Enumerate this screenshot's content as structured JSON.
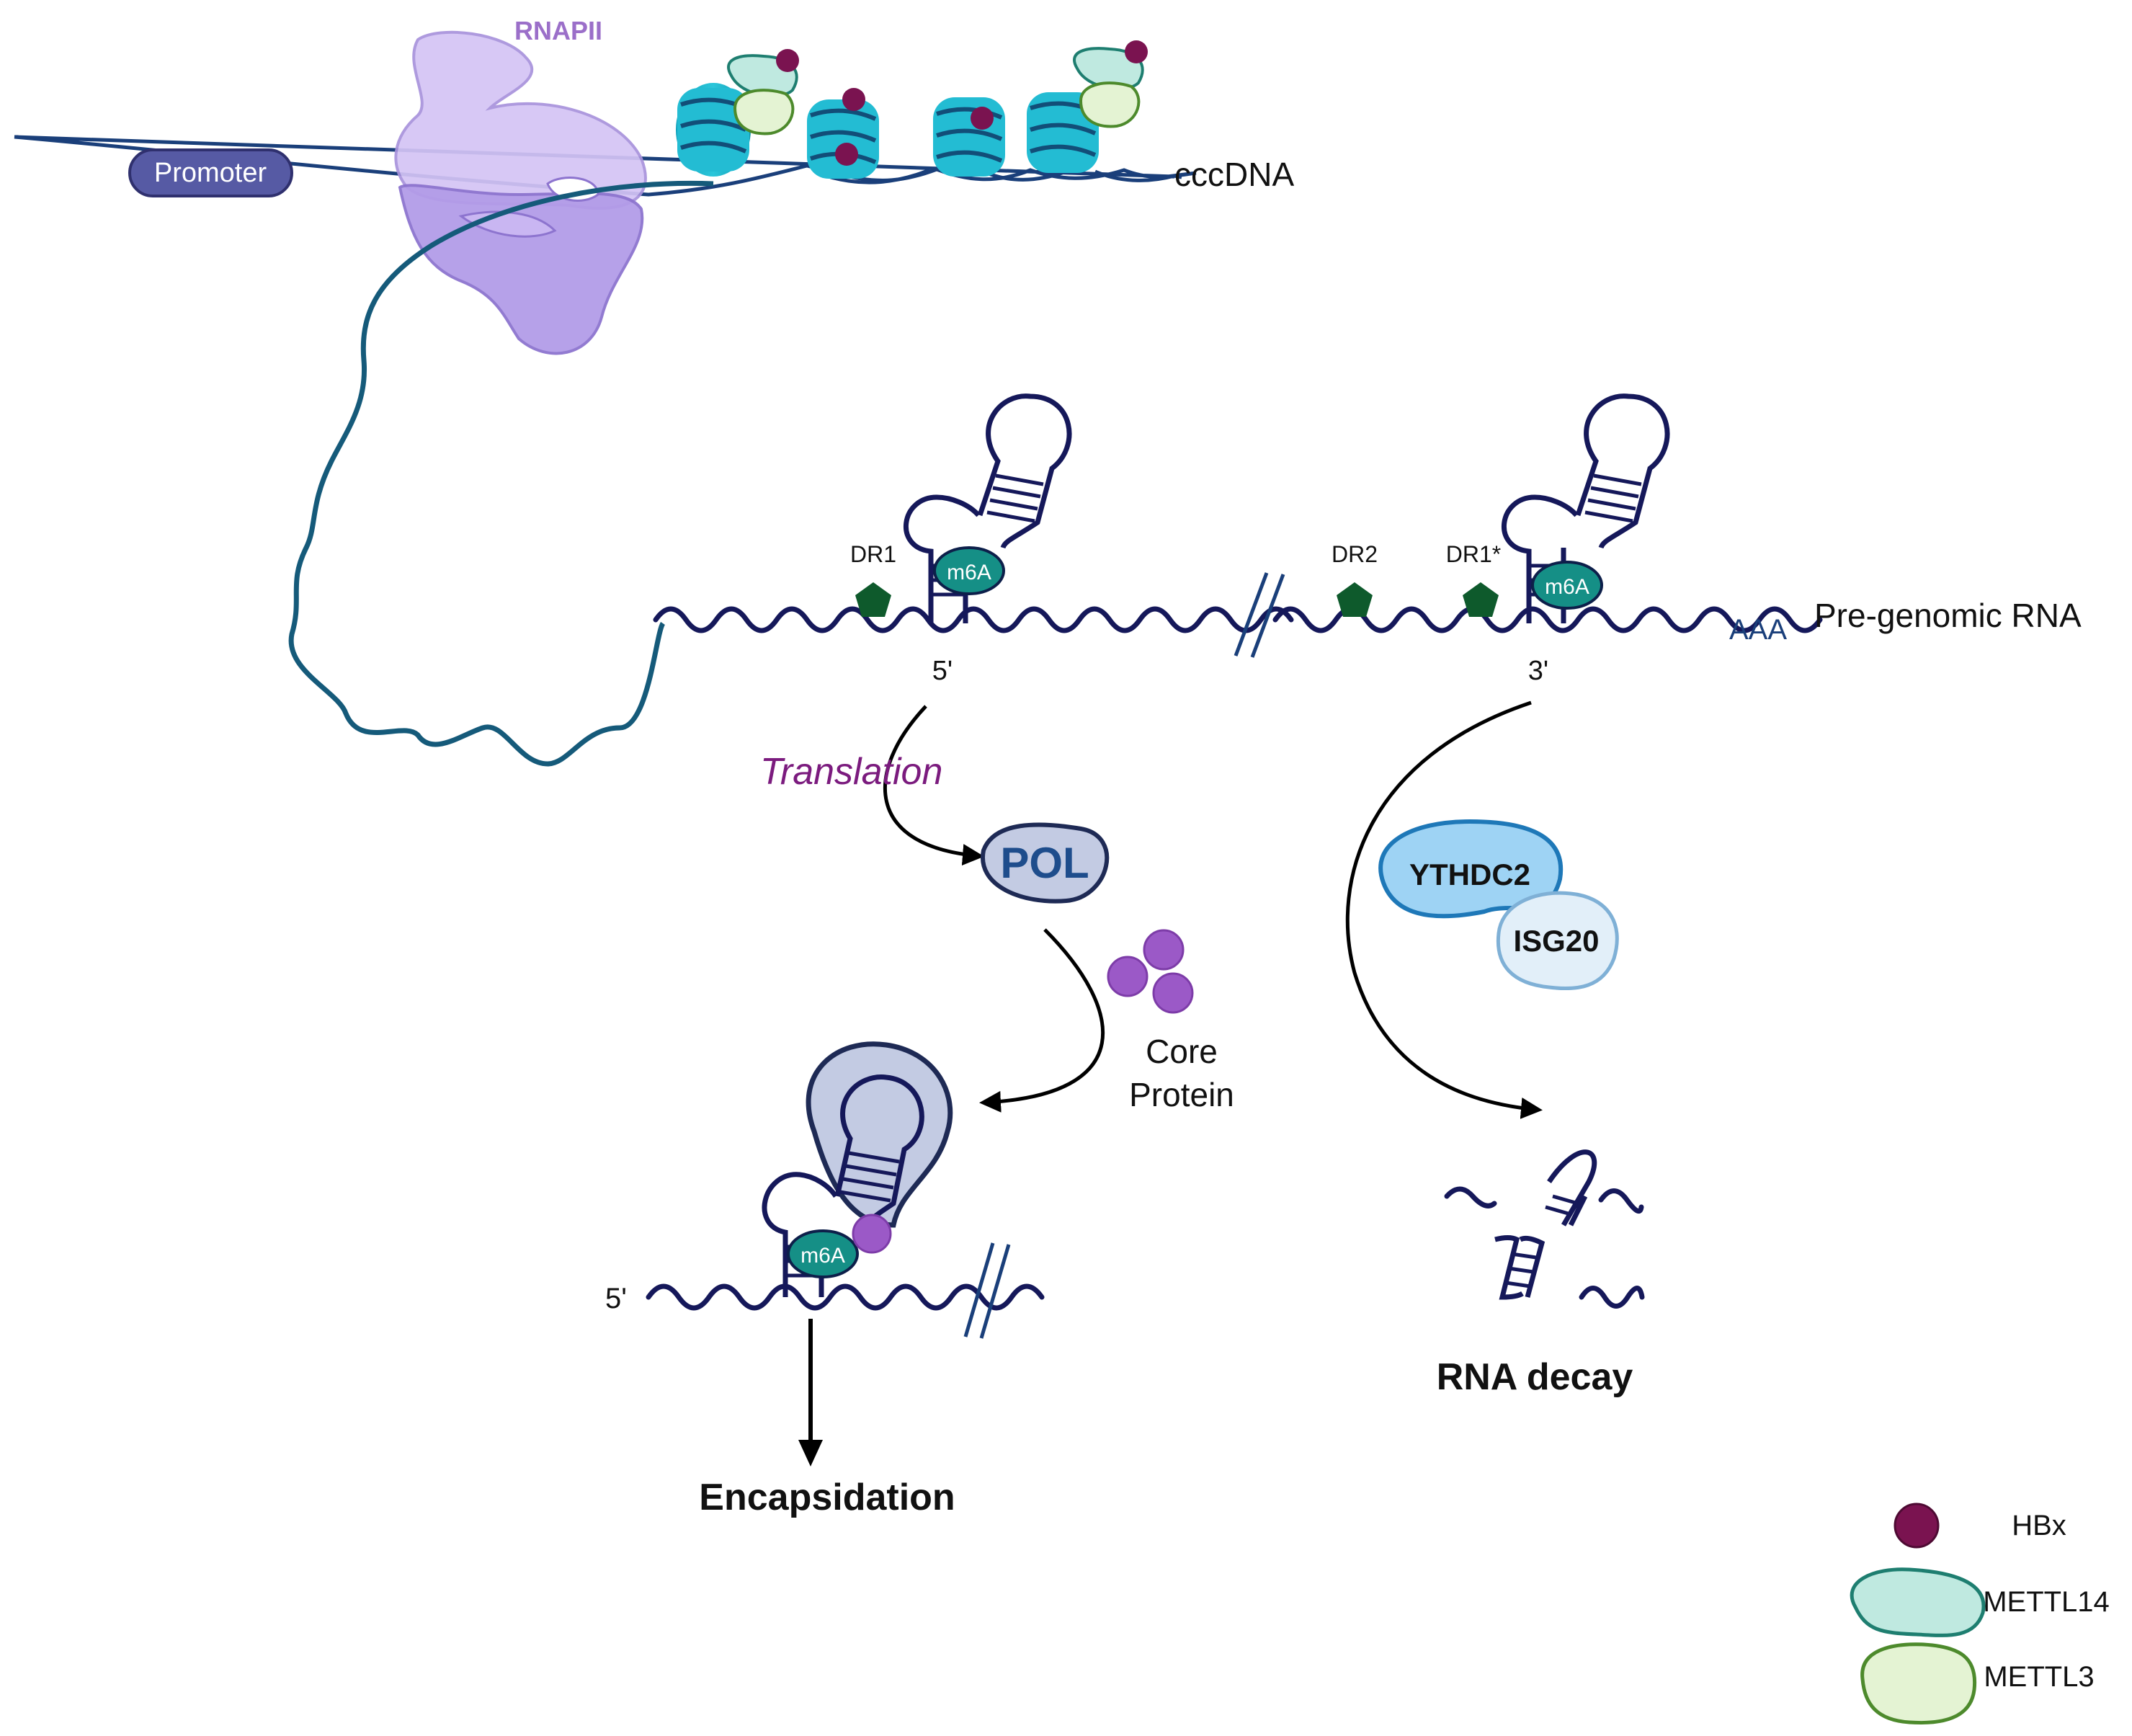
{
  "labels": {
    "rnapii": "RNAPII",
    "promoter": "Promoter",
    "cccdna": "cccDNA",
    "pgrna": "Pre-genomic RNA",
    "aaa": "AAA",
    "dr1": "DR1",
    "dr2": "DR2",
    "dr1_star": "DR1*",
    "m6a": "m6A",
    "five_prime": "5'",
    "three_prime": "3'",
    "translation": "Translation",
    "pol": "POL",
    "core_line1": "Core",
    "core_line2": "Protein",
    "ythdc2": "YTHDC2",
    "isg20": "ISG20",
    "encapsidation": "Encapsidation",
    "rna_decay": "RNA decay"
  },
  "legend": [
    {
      "label": "HBx",
      "shape": "circle",
      "fill": "#7a1350",
      "stroke": "#4e0a33"
    },
    {
      "label": "METTL14",
      "shape": "blob",
      "fill": "#bfe9e0",
      "stroke": "#1e7e70"
    },
    {
      "label": "METTL3",
      "shape": "blob",
      "fill": "#e4f3d3",
      "stroke": "#4d8a2c"
    }
  ],
  "colors": {
    "rna": "#15185a",
    "dna": "#1a3f7a",
    "nucleosome": "#1fb8cf",
    "rnapii": "#b39ce8",
    "promoter": "#565aa4",
    "pentagon": "#0e5a2c",
    "m6a": "#158f86",
    "translation_text": "#7b1b7e",
    "pol_text": "#1e4d8c",
    "core_protein": "#9b59c7"
  }
}
